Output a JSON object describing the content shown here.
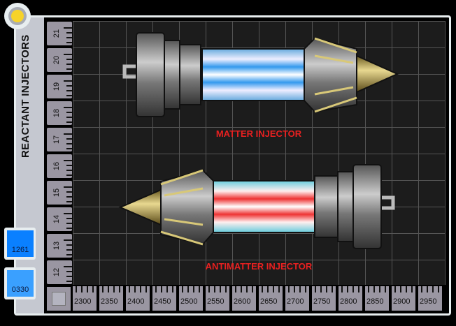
{
  "panel": {
    "title": "REACTANT INJECTORS",
    "readout_a": "1261",
    "readout_b": "0330"
  },
  "y_axis": [
    "21",
    "20",
    "19",
    "18",
    "17",
    "16",
    "15",
    "14",
    "13",
    "12"
  ],
  "x_axis": [
    "2300",
    "2350",
    "2400",
    "2450",
    "2500",
    "2550",
    "2600",
    "2650",
    "2700",
    "2750",
    "2800",
    "2850",
    "2900",
    "2950"
  ],
  "labels": {
    "matter": "MATTER INJECTOR",
    "antimatter": "ANTIMATTER INJECTOR"
  },
  "colors": {
    "matter_beam": "#4aa0e8",
    "antimatter_beam": "#e83030",
    "label": "#e82020",
    "indicator": "#f6d32a",
    "tab_a": "#0a80ff",
    "tab_b": "#3aa0ff"
  }
}
